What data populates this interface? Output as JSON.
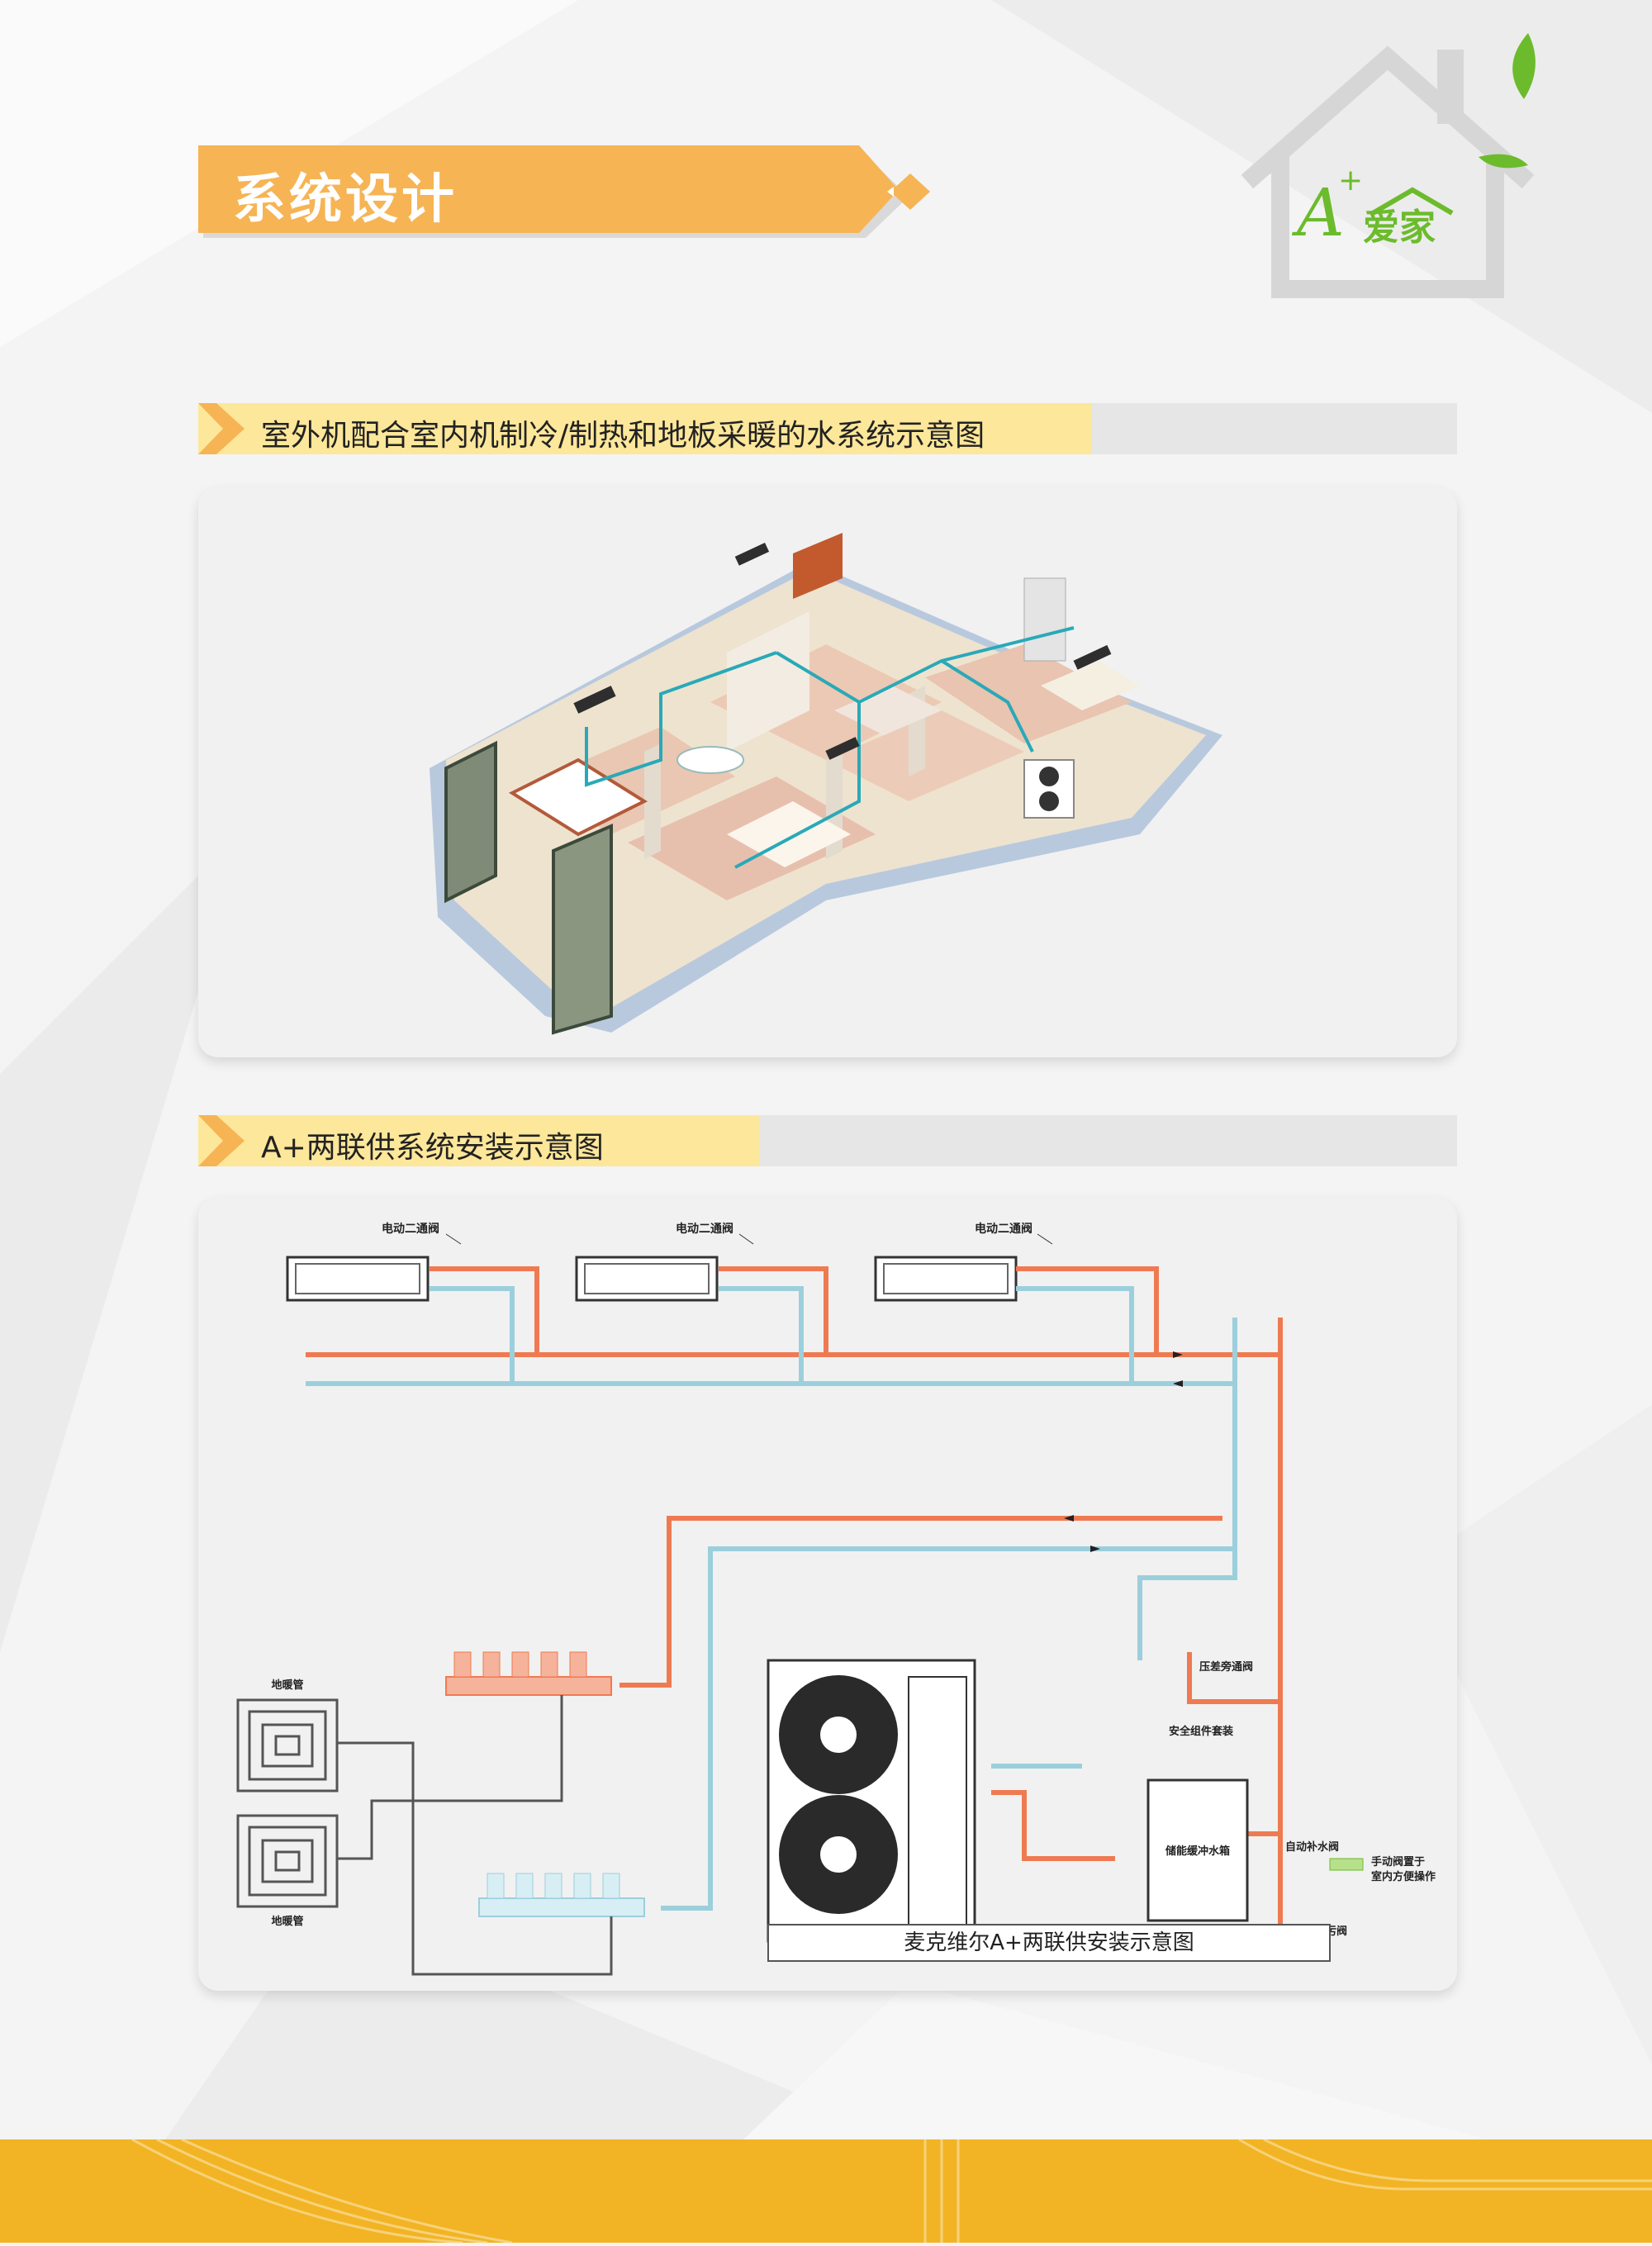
{
  "header": {
    "title": "系统设计"
  },
  "logo": {
    "brand_a": "A",
    "brand_plus": "+",
    "brand_cn": "爱家",
    "icon": "house-outline-icon"
  },
  "section1": {
    "heading": "室外机配合室内机制冷/制热和地板采暖的水系统示意图",
    "illustration": "3d-apartment-cutaway-illustration"
  },
  "section2": {
    "heading": "A+两联供系统安装示意图",
    "diagram": {
      "valve_labels": [
        "电动二通阀",
        "电动二通阀",
        "电动二通阀"
      ],
      "floor_pipe_top": "地暖管",
      "floor_pipe_bottom": "地暖管",
      "bypass_valve": "压差旁通阀",
      "safety_kit": "安全组件套装",
      "buffer_tank": "储能缓冲水箱",
      "auto_fill_valve": "自动补水阀",
      "manual_valve_note_1": "手动阀置于",
      "manual_valve_note_2": "室内方便操作",
      "drain_valve": "泄水排污阀",
      "caption": "麦克维尔A+两联供安装示意图"
    }
  },
  "colors": {
    "accent_orange": "#f6b454",
    "footer_yellow": "#f2b424",
    "hot_pipe": "#ef7a52",
    "cold_pipe": "#9ccfdc",
    "logo_green": "#6cbb2c"
  }
}
